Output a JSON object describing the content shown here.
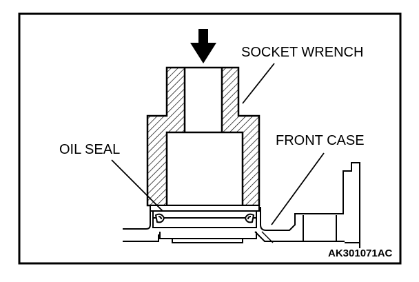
{
  "labels": {
    "socket_wrench": "SOCKET WRENCH",
    "oil_seal": "OIL SEAL",
    "front_case": "FRONT CASE"
  },
  "figure_code": "AK301071AC",
  "icons": {
    "press_direction": "down-arrow-icon"
  }
}
